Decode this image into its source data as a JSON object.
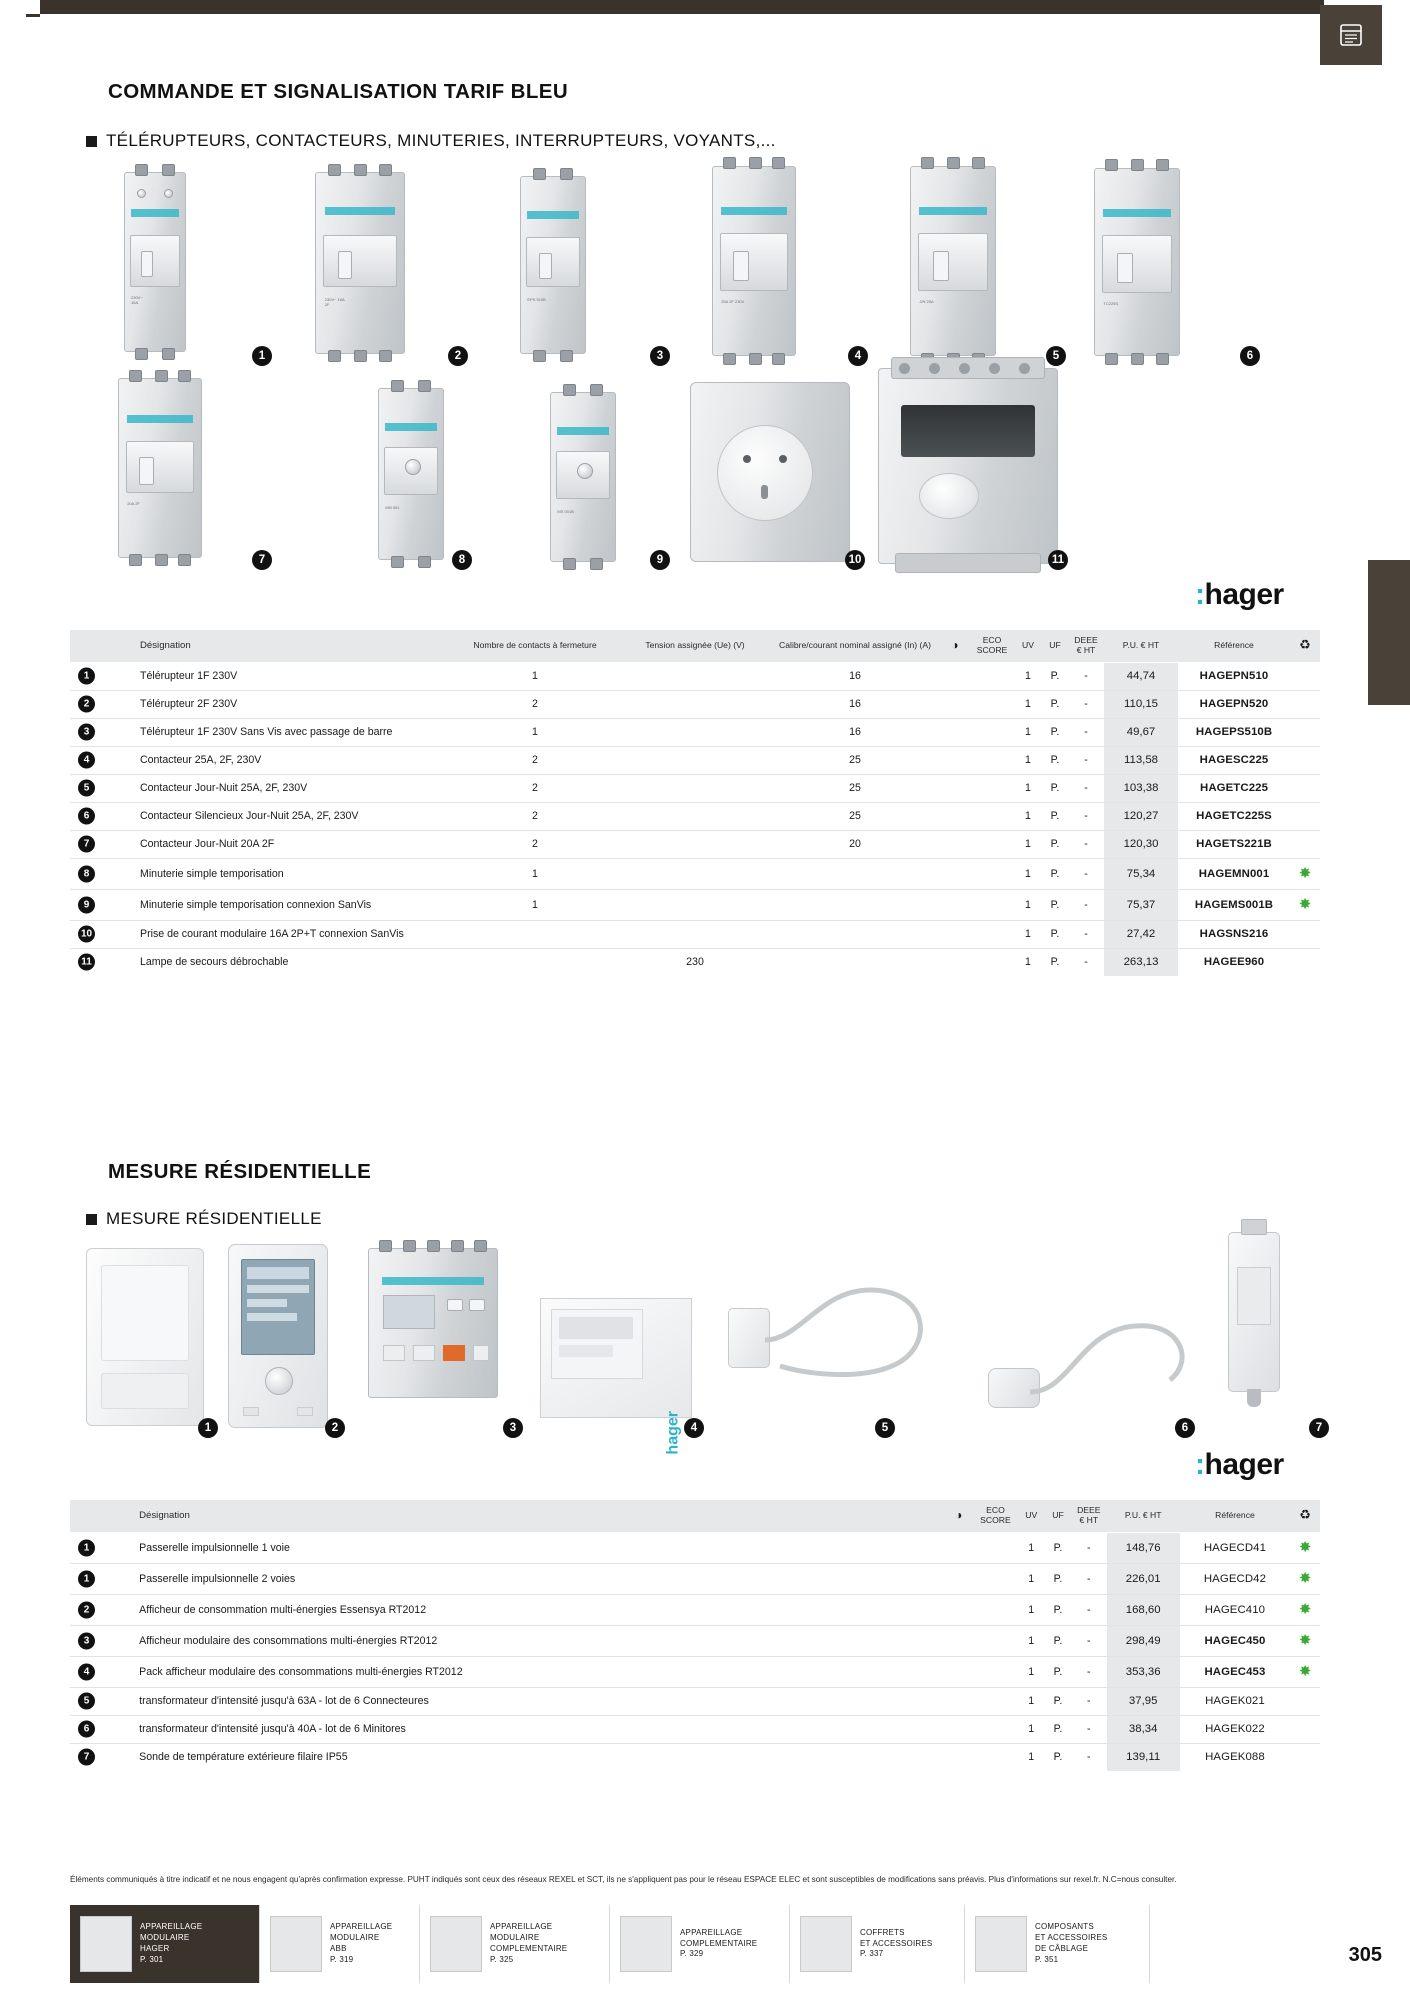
{
  "page": {
    "number": "305",
    "footnote": "Éléments communiqués à titre indicatif et ne nous engagent qu'après confirmation expresse. PUHT indiqués sont ceux des réseaux REXEL et SCT, ils ne s'appliquent pas pour le réseau ESPACE ELEC et sont susceptibles de modifications sans préavis. Plus d'informations sur rexel.fr. N.C=nous consulter."
  },
  "brand": {
    "name": "hager",
    "dots": ":"
  },
  "section1": {
    "title": "COMMANDE ET SIGNALISATION TARIF BLEU",
    "subtitle": "TÉLÉRUPTEURS, CONTACTEURS, MINUTERIES, INTERRUPTEURS, VOYANTS,...",
    "headers": {
      "designation": "Désignation",
      "contacts": "Nombre de contacts à fermeture",
      "tension": "Tension assignée (Ue) (V)",
      "calibre": "Calibre/courant nominal assigné (In) (A)",
      "wifi": "wifi-icon",
      "eco": "ECO SCORE",
      "uv": "UV",
      "uf": "UF",
      "deee": "DEEE € HT",
      "pu": "P.U. € HT",
      "ref": "Référence",
      "recycle": "recycle-icon"
    },
    "rows": [
      {
        "n": "1",
        "desig": "Télérupteur 1F 230V",
        "contacts": "1",
        "tension": "",
        "calibre": "16",
        "uv": "1",
        "uf": "P.",
        "deee": "-",
        "pu": "44,74",
        "ref": "HAGEPN510",
        "leaf": false
      },
      {
        "n": "2",
        "desig": "Télérupteur 2F  230V",
        "contacts": "2",
        "tension": "",
        "calibre": "16",
        "uv": "1",
        "uf": "P.",
        "deee": "-",
        "pu": "110,15",
        "ref": "HAGEPN520",
        "leaf": false
      },
      {
        "n": "3",
        "desig": "Télérupteur 1F 230V Sans Vis avec passage de barre",
        "contacts": "1",
        "tension": "",
        "calibre": "16",
        "uv": "1",
        "uf": "P.",
        "deee": "-",
        "pu": "49,67",
        "ref": "HAGEPS510B",
        "leaf": false
      },
      {
        "n": "4",
        "desig": "Contacteur 25A, 2F, 230V",
        "contacts": "2",
        "tension": "",
        "calibre": "25",
        "uv": "1",
        "uf": "P.",
        "deee": "-",
        "pu": "113,58",
        "ref": "HAGESC225",
        "leaf": false
      },
      {
        "n": "5",
        "desig": "Contacteur Jour-Nuit 25A, 2F, 230V",
        "contacts": "2",
        "tension": "",
        "calibre": "25",
        "uv": "1",
        "uf": "P.",
        "deee": "-",
        "pu": "103,38",
        "ref": "HAGETC225",
        "leaf": false
      },
      {
        "n": "6",
        "desig": "Contacteur Silencieux Jour-Nuit 25A, 2F, 230V",
        "contacts": "2",
        "tension": "",
        "calibre": "25",
        "uv": "1",
        "uf": "P.",
        "deee": "-",
        "pu": "120,27",
        "ref": "HAGETC225S",
        "leaf": false
      },
      {
        "n": "7",
        "desig": "Contacteur Jour-Nuit 20A 2F",
        "contacts": "2",
        "tension": "",
        "calibre": "20",
        "uv": "1",
        "uf": "P.",
        "deee": "-",
        "pu": "120,30",
        "ref": "HAGETS221B",
        "leaf": false
      },
      {
        "n": "8",
        "desig": "Minuterie simple temporisation",
        "contacts": "1",
        "tension": "",
        "calibre": "",
        "uv": "1",
        "uf": "P.",
        "deee": "-",
        "pu": "75,34",
        "ref": "HAGEMN001",
        "leaf": true
      },
      {
        "n": "9",
        "desig": "Minuterie simple temporisation connexion SanVis",
        "contacts": "1",
        "tension": "",
        "calibre": "",
        "uv": "1",
        "uf": "P.",
        "deee": "-",
        "pu": "75,37",
        "ref": "HAGEMS001B",
        "leaf": true
      },
      {
        "n": "10",
        "desig": "Prise de courant modulaire 16A 2P+T connexion SanVis",
        "contacts": "",
        "tension": "",
        "calibre": "",
        "uv": "1",
        "uf": "P.",
        "deee": "-",
        "pu": "27,42",
        "ref": "HAGSNS216",
        "leaf": false
      },
      {
        "n": "11",
        "desig": "Lampe de secours débrochable",
        "contacts": "",
        "tension": "230",
        "calibre": "",
        "uv": "1",
        "uf": "P.",
        "deee": "-",
        "pu": "263,13",
        "ref": "HAGEE960",
        "leaf": false
      }
    ]
  },
  "section2": {
    "title": "MESURE RÉSIDENTIELLE",
    "subtitle": "MESURE RÉSIDENTIELLE",
    "headers": {
      "designation": "Désignation",
      "wifi": "wifi-icon",
      "eco": "ECO SCORE",
      "uv": "UV",
      "uf": "UF",
      "deee": "DEEE € HT",
      "pu": "P.U. € HT",
      "ref": "Référence",
      "recycle": "recycle-icon"
    },
    "rows": [
      {
        "n": "1",
        "desig": "Passerelle impulsionnelle 1 voie",
        "uv": "1",
        "uf": "P.",
        "deee": "-",
        "pu": "148,76",
        "ref": "HAGECD41",
        "bold": false,
        "leaf": true
      },
      {
        "n": "1",
        "desig": "Passerelle impulsionnelle 2 voies",
        "uv": "1",
        "uf": "P.",
        "deee": "-",
        "pu": "226,01",
        "ref": "HAGECD42",
        "bold": false,
        "leaf": true
      },
      {
        "n": "2",
        "desig": "Afficheur de consommation multi-énergies Essensya RT2012",
        "uv": "1",
        "uf": "P.",
        "deee": "-",
        "pu": "168,60",
        "ref": "HAGEC410",
        "bold": false,
        "leaf": true
      },
      {
        "n": "3",
        "desig": "Afficheur modulaire des consommations multi-énergies RT2012",
        "uv": "1",
        "uf": "P.",
        "deee": "-",
        "pu": "298,49",
        "ref": "HAGEC450",
        "bold": true,
        "leaf": true
      },
      {
        "n": "4",
        "desig": "Pack afficheur modulaire des consommations multi-énergies RT2012",
        "uv": "1",
        "uf": "P.",
        "deee": "-",
        "pu": "353,36",
        "ref": "HAGEC453",
        "bold": true,
        "leaf": true
      },
      {
        "n": "5",
        "desig": "transformateur d'intensité jusqu'à 63A - lot de 6 Connecteures",
        "uv": "1",
        "uf": "P.",
        "deee": "-",
        "pu": "37,95",
        "ref": "HAGEK021",
        "bold": false,
        "leaf": false
      },
      {
        "n": "6",
        "desig": "transformateur d'intensité jusqu'à 40A - lot de 6 Minitores",
        "uv": "1",
        "uf": "P.",
        "deee": "-",
        "pu": "38,34",
        "ref": "HAGEK022",
        "bold": false,
        "leaf": false
      },
      {
        "n": "7",
        "desig": "Sonde de température extérieure filaire IP55",
        "uv": "1",
        "uf": "P.",
        "deee": "-",
        "pu": "139,11",
        "ref": "HAGEK088",
        "bold": false,
        "leaf": false
      }
    ]
  },
  "footer_nav": [
    {
      "label1": "APPAREILLAGE",
      "label2": "MODULAIRE",
      "label3": "HAGER",
      "page": "P. 301",
      "active": true
    },
    {
      "label1": "APPAREILLAGE",
      "label2": "MODULAIRE",
      "label3": "ABB",
      "page": "P. 319",
      "active": false
    },
    {
      "label1": "APPAREILLAGE",
      "label2": "MODULAIRE",
      "label3": "COMPLEMENTAIRE",
      "page": "P. 325",
      "active": false
    },
    {
      "label1": "APPAREILLAGE",
      "label2": "COMPLEMENTAIRE",
      "label3": "",
      "page": "P. 329",
      "active": false
    },
    {
      "label1": "COFFRETS",
      "label2": "ET ACCESSOIRES",
      "label3": "",
      "page": "P. 337",
      "active": false
    },
    {
      "label1": "COMPOSANTS",
      "label2": "ET ACCESSOIRES",
      "label3": "DE CÂBLAGE",
      "page": "P. 351",
      "active": false
    }
  ]
}
